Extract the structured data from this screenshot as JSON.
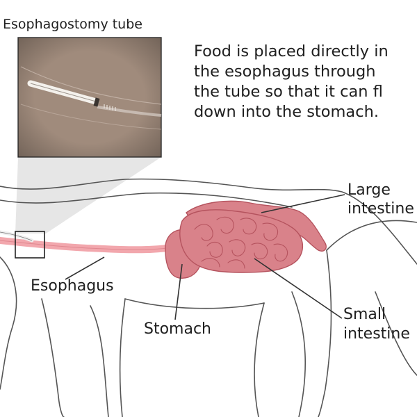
{
  "inset": {
    "title": "Esophagostomy tube"
  },
  "caption": {
    "lines": [
      "Food is placed directly in",
      "the esophagus through",
      "the tube so that it can fl",
      "down into the stomach."
    ]
  },
  "labels": {
    "large_intestine": [
      "Large",
      "intestine"
    ],
    "esophagus": "Esophagus",
    "stomach": "Stomach",
    "small_intestine": [
      "Small",
      "intestine"
    ]
  },
  "colors": {
    "outline": "#555555",
    "organ_fill": "#d9828a",
    "organ_dark": "#b5535e",
    "esophagus_fill": "#f2a7ad",
    "inset_bg": "#a08b7c",
    "zoom_wedge": "#e6e6e6"
  }
}
